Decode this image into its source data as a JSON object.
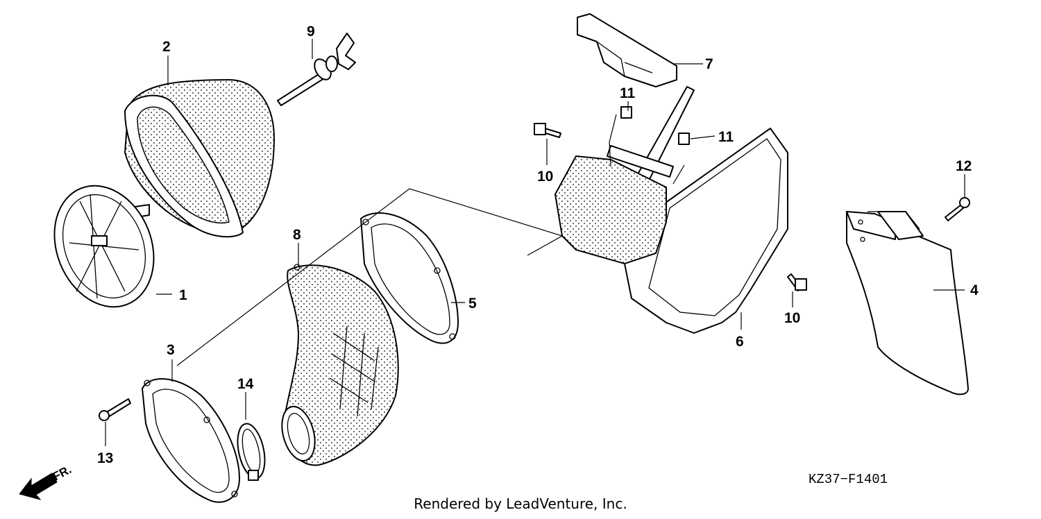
{
  "diagram": {
    "code": "KZ37−F1401",
    "credit": "Rendered by LeadVenture, Inc.",
    "front_indicator": "FR."
  },
  "callouts": [
    {
      "id": "c1",
      "label": "1"
    },
    {
      "id": "c2",
      "label": "2"
    },
    {
      "id": "c3",
      "label": "3"
    },
    {
      "id": "c4",
      "label": "4"
    },
    {
      "id": "c5",
      "label": "5"
    },
    {
      "id": "c6",
      "label": "6"
    },
    {
      "id": "c7",
      "label": "7"
    },
    {
      "id": "c8",
      "label": "8"
    },
    {
      "id": "c9",
      "label": "9"
    },
    {
      "id": "c10a",
      "label": "10"
    },
    {
      "id": "c10b",
      "label": "10"
    },
    {
      "id": "c11a",
      "label": "11"
    },
    {
      "id": "c11b",
      "label": "11"
    },
    {
      "id": "c12",
      "label": "12"
    },
    {
      "id": "c13",
      "label": "13"
    },
    {
      "id": "c14",
      "label": "14"
    }
  ]
}
